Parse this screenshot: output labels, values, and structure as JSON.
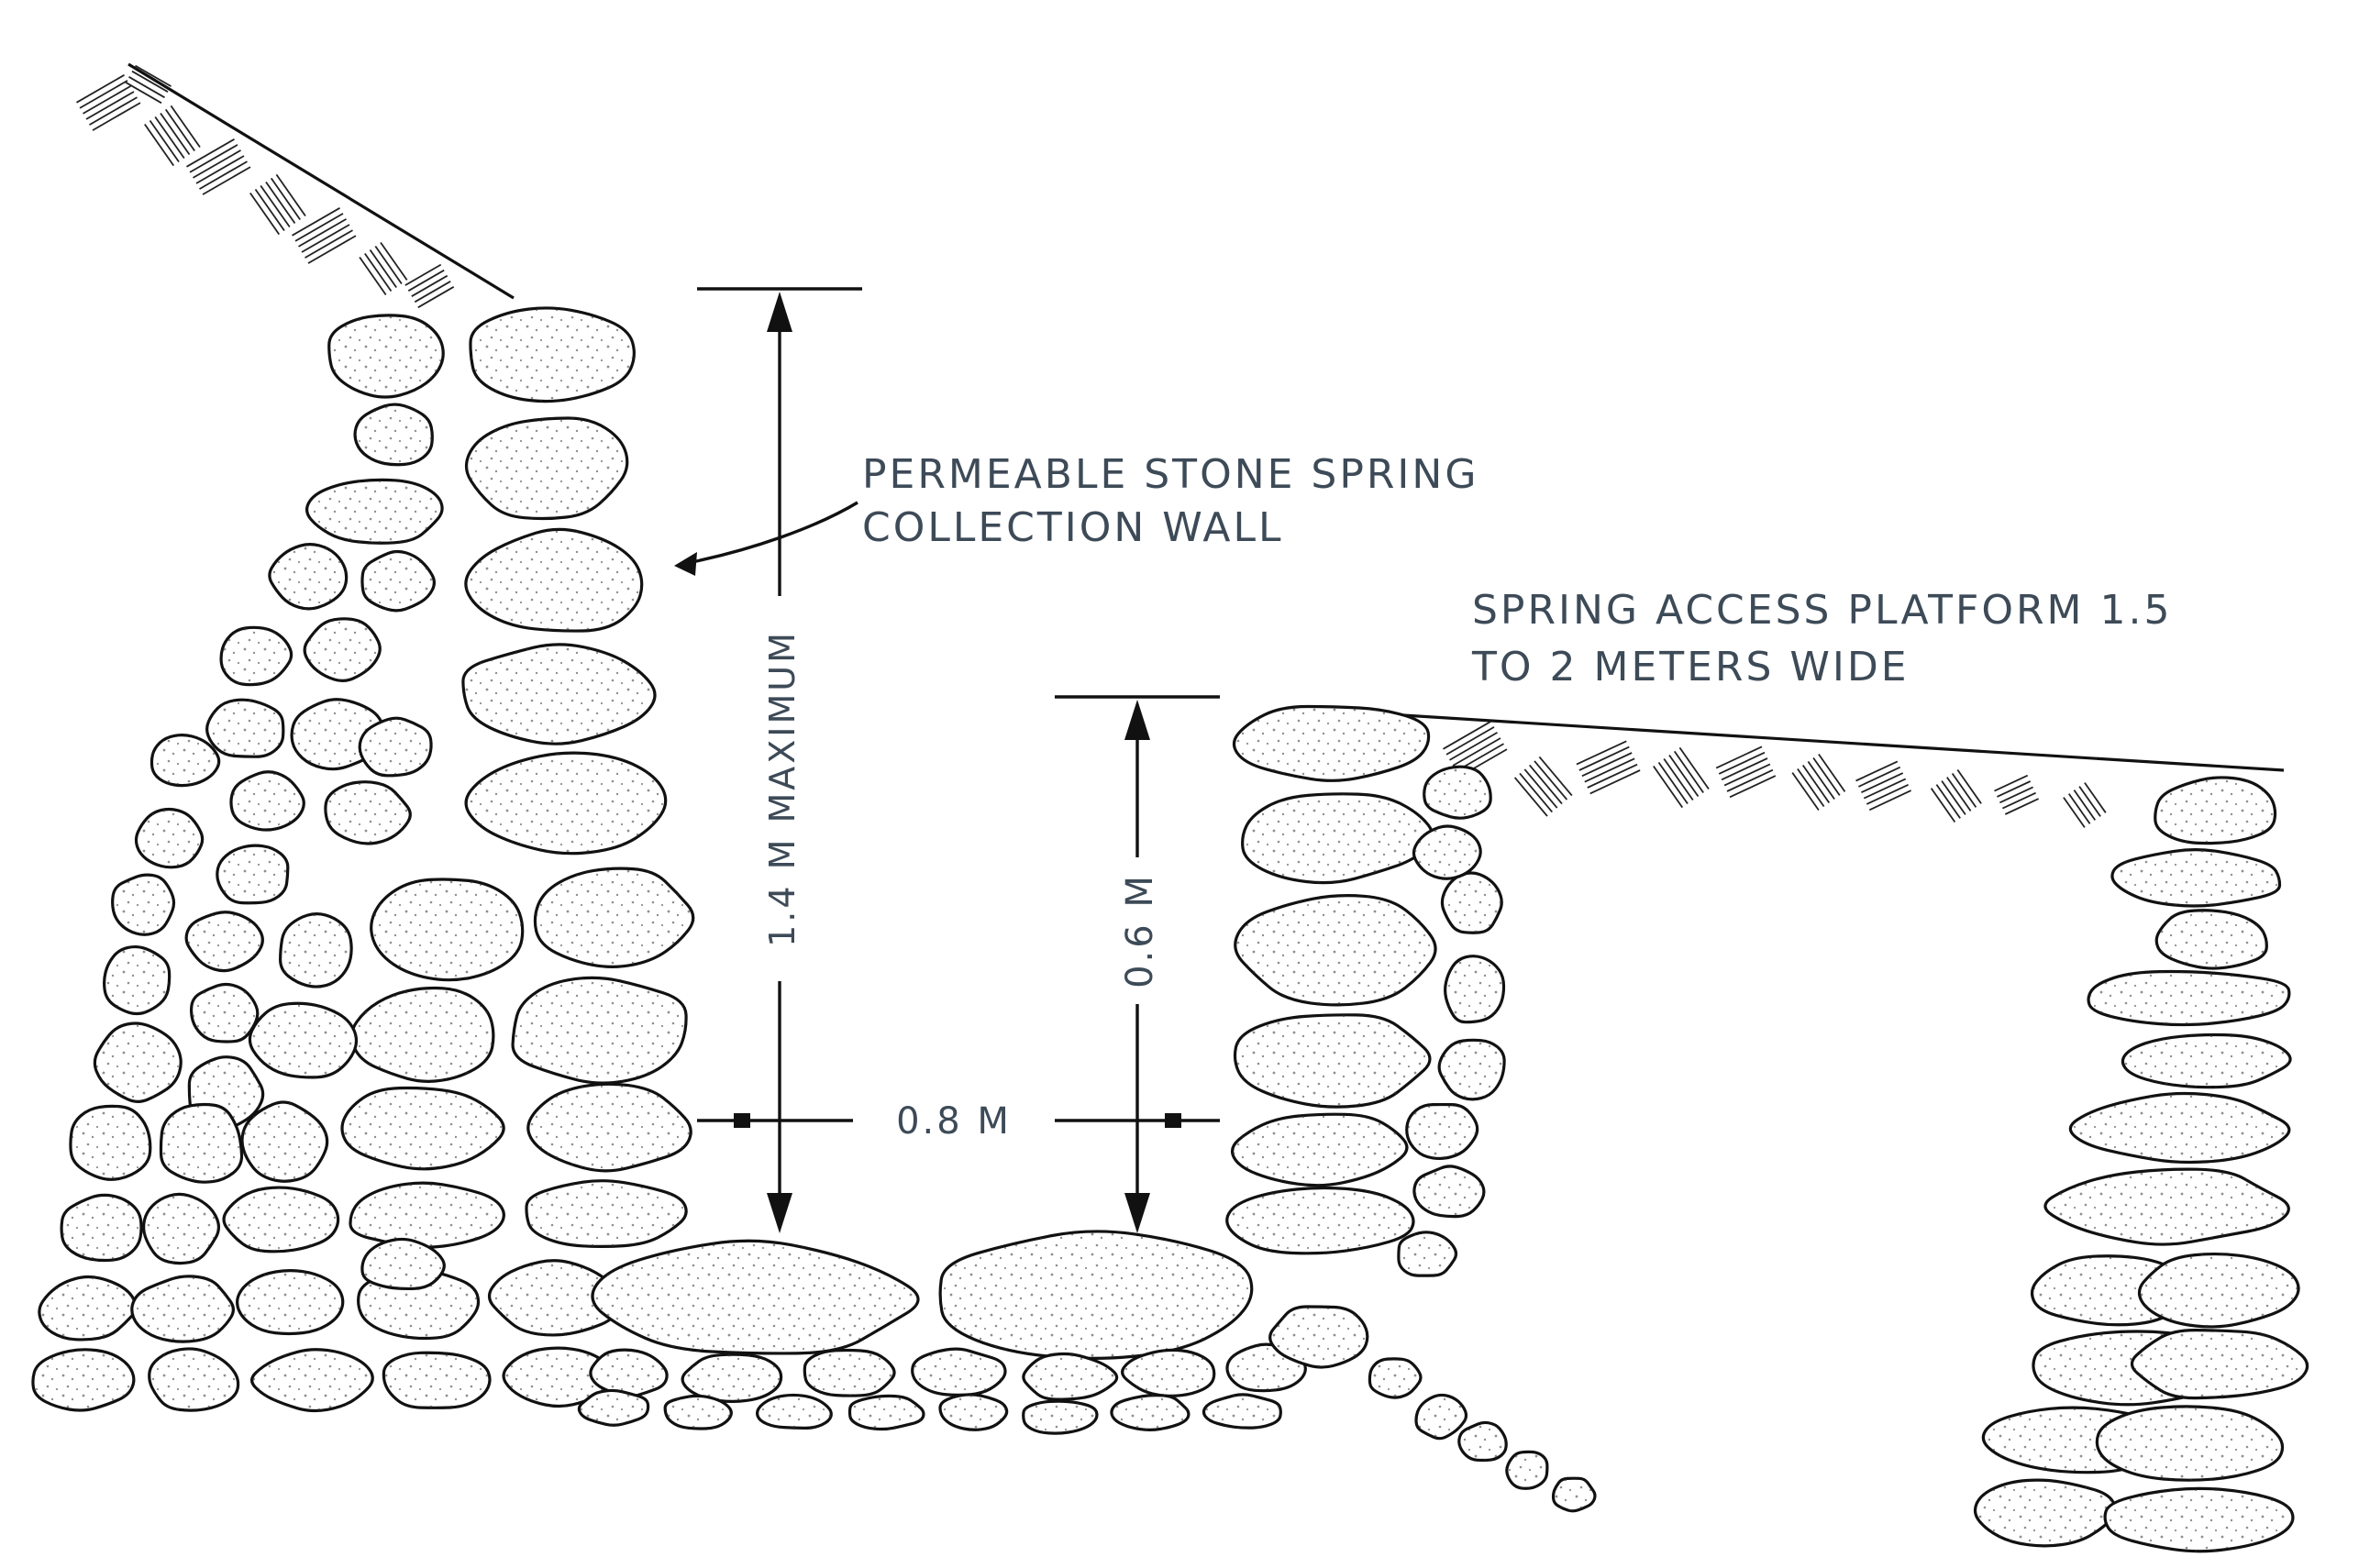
{
  "labels": {
    "collection_wall": [
      "PERMEABLE STONE SPRING",
      "COLLECTION WALL"
    ],
    "platform": [
      "SPRING ACCESS PLATFORM 1.5",
      "TO 2 METERS WIDE"
    ],
    "dim_height_max": "1.4 M MAXIMUM",
    "dim_height_low": "0.6 M",
    "dim_width": "0.8 M"
  },
  "colors": {
    "label_text": "#3d4a57",
    "line": "#111111",
    "background": "#ffffff"
  }
}
